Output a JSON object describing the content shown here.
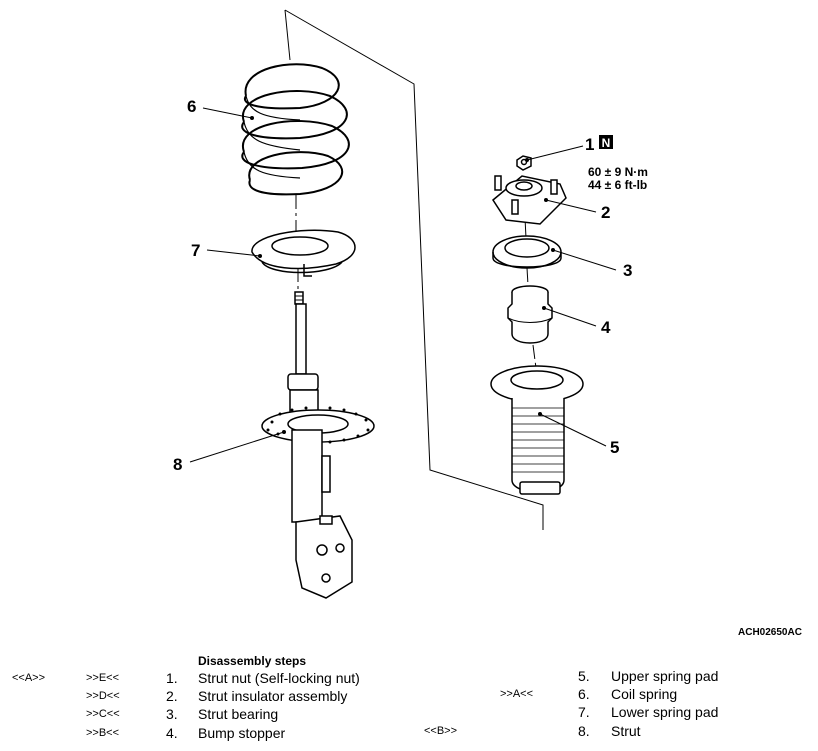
{
  "figure_id": "ACH02650AC",
  "callouts": [
    "1",
    "2",
    "3",
    "4",
    "5",
    "6",
    "7",
    "8"
  ],
  "new_part_mark": "N",
  "torque": {
    "metric": "60 ± 9 N·m",
    "imperial": "44 ± 6 ft-lb"
  },
  "disassembly": {
    "title": "Disassembly steps",
    "left_tag_A": "<<A>>",
    "left_tag_B": "<<B>>",
    "steps": [
      {
        "num": "1.",
        "name": "Strut nut (Self-locking nut)",
        "note": ">>E<<"
      },
      {
        "num": "2.",
        "name": "Strut insulator assembly",
        "note": ">>D<<"
      },
      {
        "num": "3.",
        "name": "Strut bearing",
        "note": ">>C<<"
      },
      {
        "num": "4.",
        "name": "Bump stopper",
        "note": ">>B<<"
      },
      {
        "num": "5.",
        "name": "Upper spring pad",
        "note": ""
      },
      {
        "num": "6.",
        "name": "Coil spring",
        "note": ">>A<<"
      },
      {
        "num": "7.",
        "name": "Lower spring pad",
        "note": ""
      },
      {
        "num": "8.",
        "name": "Strut",
        "note": ""
      }
    ]
  }
}
